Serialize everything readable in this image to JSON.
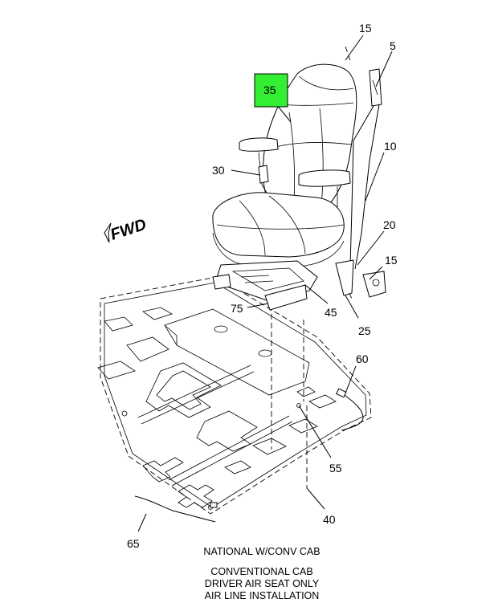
{
  "callouts": {
    "c35": "35",
    "c15a": "15",
    "c5": "5",
    "c10": "10",
    "c30": "30",
    "c20": "20",
    "c15b": "15",
    "c75": "75",
    "c45": "45",
    "c25": "25",
    "c60": "60",
    "c55": "55",
    "c40": "40",
    "c65": "65"
  },
  "direction_label": "FWD",
  "highlight_color": "#33ee33",
  "caption": {
    "line1": "NATIONAL W/CONV CAB",
    "line2": "CONVENTIONAL CAB",
    "line3": "DRIVER AIR SEAT ONLY",
    "line4": "AIR LINE INSTALLATION"
  }
}
